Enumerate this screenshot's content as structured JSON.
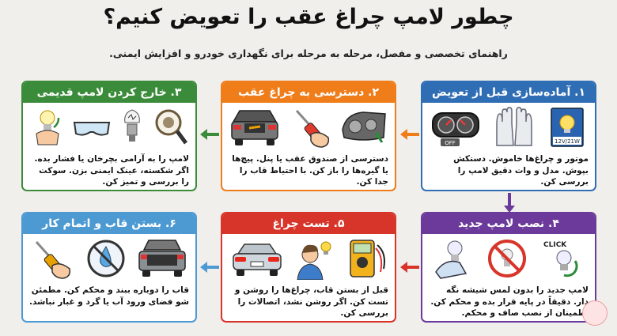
{
  "title": "چطور لامپ چراغ عقب را تعویض کنیم؟",
  "subtitle": "راهنمای تخصصی و مفصل، مرحله به مرحله برای نگهداری خودرو و افزایش ایمنی.",
  "colors": {
    "step1": "#2f6db5",
    "step2": "#ef7d1a",
    "step3": "#3b8c3a",
    "step4": "#6b3a9a",
    "step5": "#d8352a",
    "step6": "#4d9ad3"
  },
  "steps": [
    {
      "header": "۱. آماده‌سازی قبل از تعویض",
      "desc": "موتور و چراغ‌ها خاموش. دستکش بپوش. مدل و وات دقیق لامپ را بررسی کن.",
      "icons": [
        "dashboard-icon",
        "gloves-icon",
        "bulb-box-icon"
      ],
      "off_label": "OFF",
      "box_label": "12V/21W"
    },
    {
      "header": "۲. دسترسی به چراغ عقب",
      "desc": "دسترسی از صندوق عقب یا پنل. پیچ‌ها یا گیره‌ها را باز کن. با احتیاط قاب را جدا کن.",
      "icons": [
        "car-trunk-icon",
        "screwdriver-icon",
        "tail-light-housing-icon"
      ]
    },
    {
      "header": "۳. خارج کردن لامپ قدیمی",
      "desc": "لامپ را به آرامی بچرخان یا فشار بده. اگر شکسته، عینک ایمنی بزن. سوکت را بررسی و تمیز کن.",
      "icons": [
        "hand-bulb-icon",
        "safety-glasses-icon",
        "broken-bulb-icon",
        "magnifier-icon"
      ]
    },
    {
      "header": "۴. نصب لامپ جدید",
      "desc": "لامپ جدید را بدون لمس شیشه نگه دار. دقیقاً در پایه قرار بده و محکم کن. اطمینان از نصب صاف و محکم.",
      "icons": [
        "hand-new-bulb-icon",
        "no-touch-icon",
        "click-bulb-icon"
      ],
      "click_label": "CLICK"
    },
    {
      "header": "۵. تست چراغ",
      "desc": "قبل از بستن قاب، چراغ‌ها را روشن و تست کن. اگر روشن نشد، اتصالات را بررسی کن.",
      "icons": [
        "car-rear-lit-icon",
        "person-idea-icon",
        "multimeter-icon"
      ]
    },
    {
      "header": "۶. بستن قاب و اتمام کار",
      "desc": "قاب را دوباره ببند و محکم کن. مطمئن شو فضای ورود آب یا گرد و غبار نباشد.",
      "icons": [
        "screwdriver-hand-icon",
        "no-water-icon",
        "car-trunk-open-icon"
      ]
    }
  ]
}
